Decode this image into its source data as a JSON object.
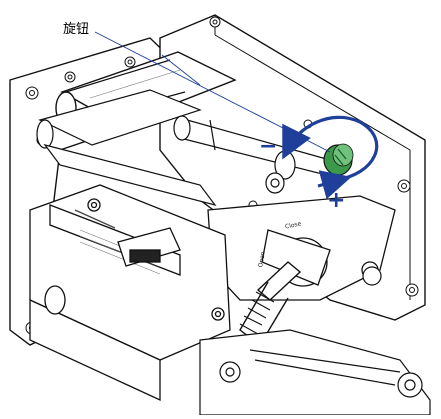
{
  "callout_label": "旋钮",
  "minus_sign": "−",
  "plus_sign": "+",
  "close_label": "Close",
  "open_label": "Open",
  "colors": {
    "arrow_blue": "#1f3f9a",
    "knob_green": "#3a9a4a",
    "line": "#111111"
  }
}
